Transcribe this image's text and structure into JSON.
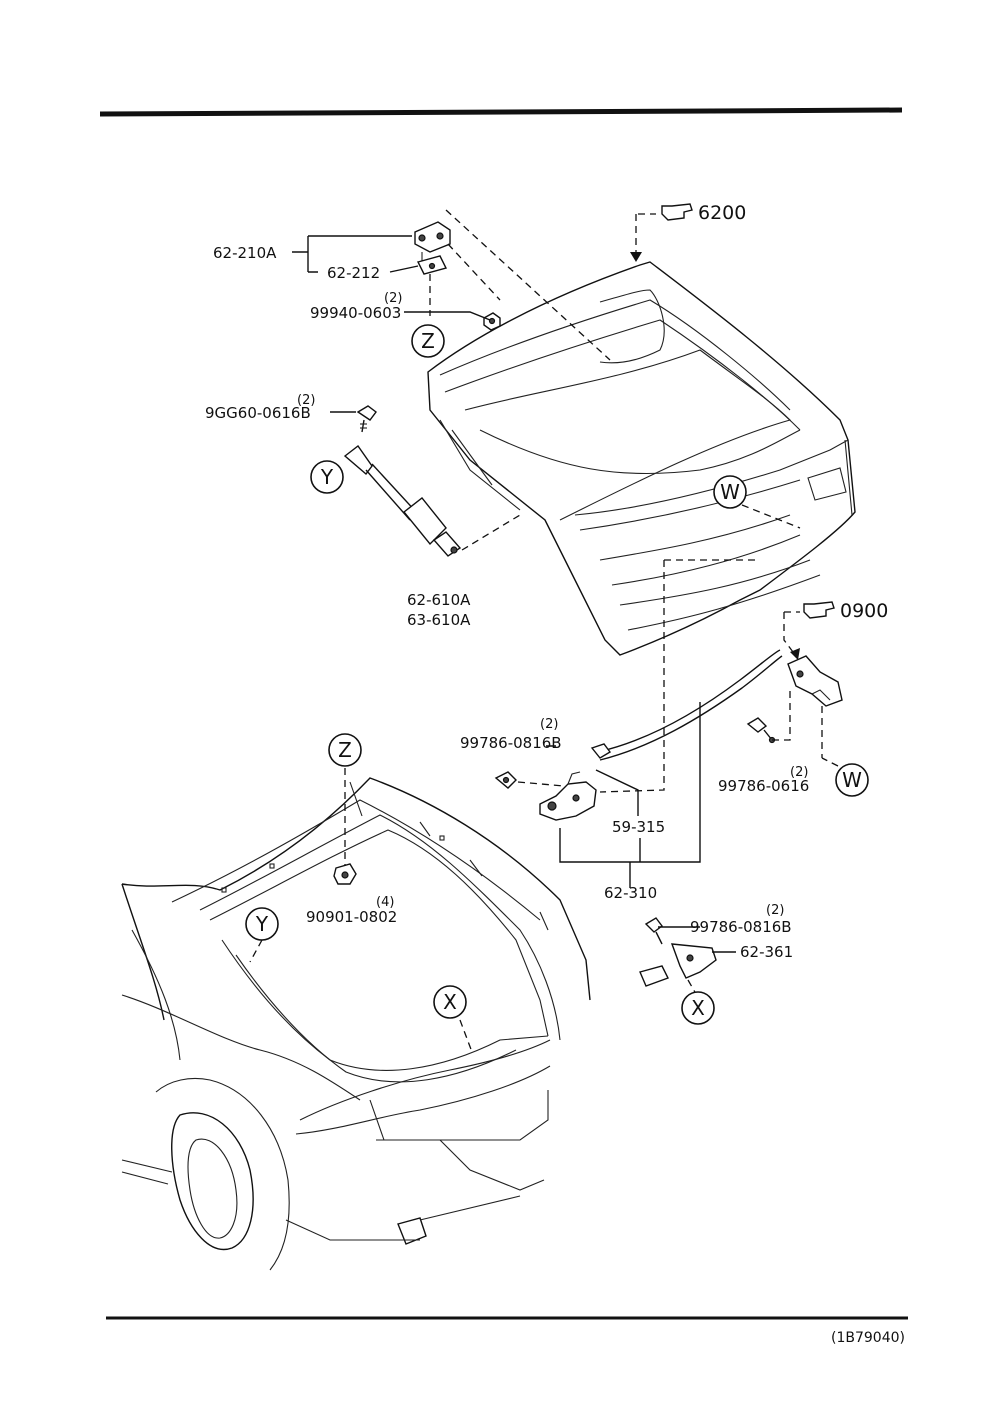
{
  "parts": {
    "hinge_assembly": "62-210A",
    "hinge_bracket": "62-212",
    "hinge_nut": "99940-0603",
    "hinge_nut_qty": "(2)",
    "damper_bolt": "9GG60-0616B",
    "damper_bolt_qty": "(2)",
    "damper_right": "62-610A",
    "damper_left": "63-610A",
    "latch_bolt": "99786-0816B",
    "latch_bolt_qty": "(2)",
    "lock_bolt": "99786-0616",
    "lock_bolt_qty": "(2)",
    "latch_rod": "59-315",
    "latch_assembly": "62-310",
    "body_nut": "90901-0802",
    "body_nut_qty": "(4)",
    "striker_bolt": "99786-0816B",
    "striker_bolt_qty": "(2)",
    "striker": "62-361"
  },
  "callouts": {
    "liftgate_ref": "6200",
    "lock_ref": "0900"
  },
  "reference_marks": {
    "z": "Z",
    "y": "Y",
    "w": "W",
    "x": "X"
  },
  "footer": {
    "drawing_code": "(1B79040)"
  },
  "icons": [
    "pointing-hand-icon"
  ]
}
